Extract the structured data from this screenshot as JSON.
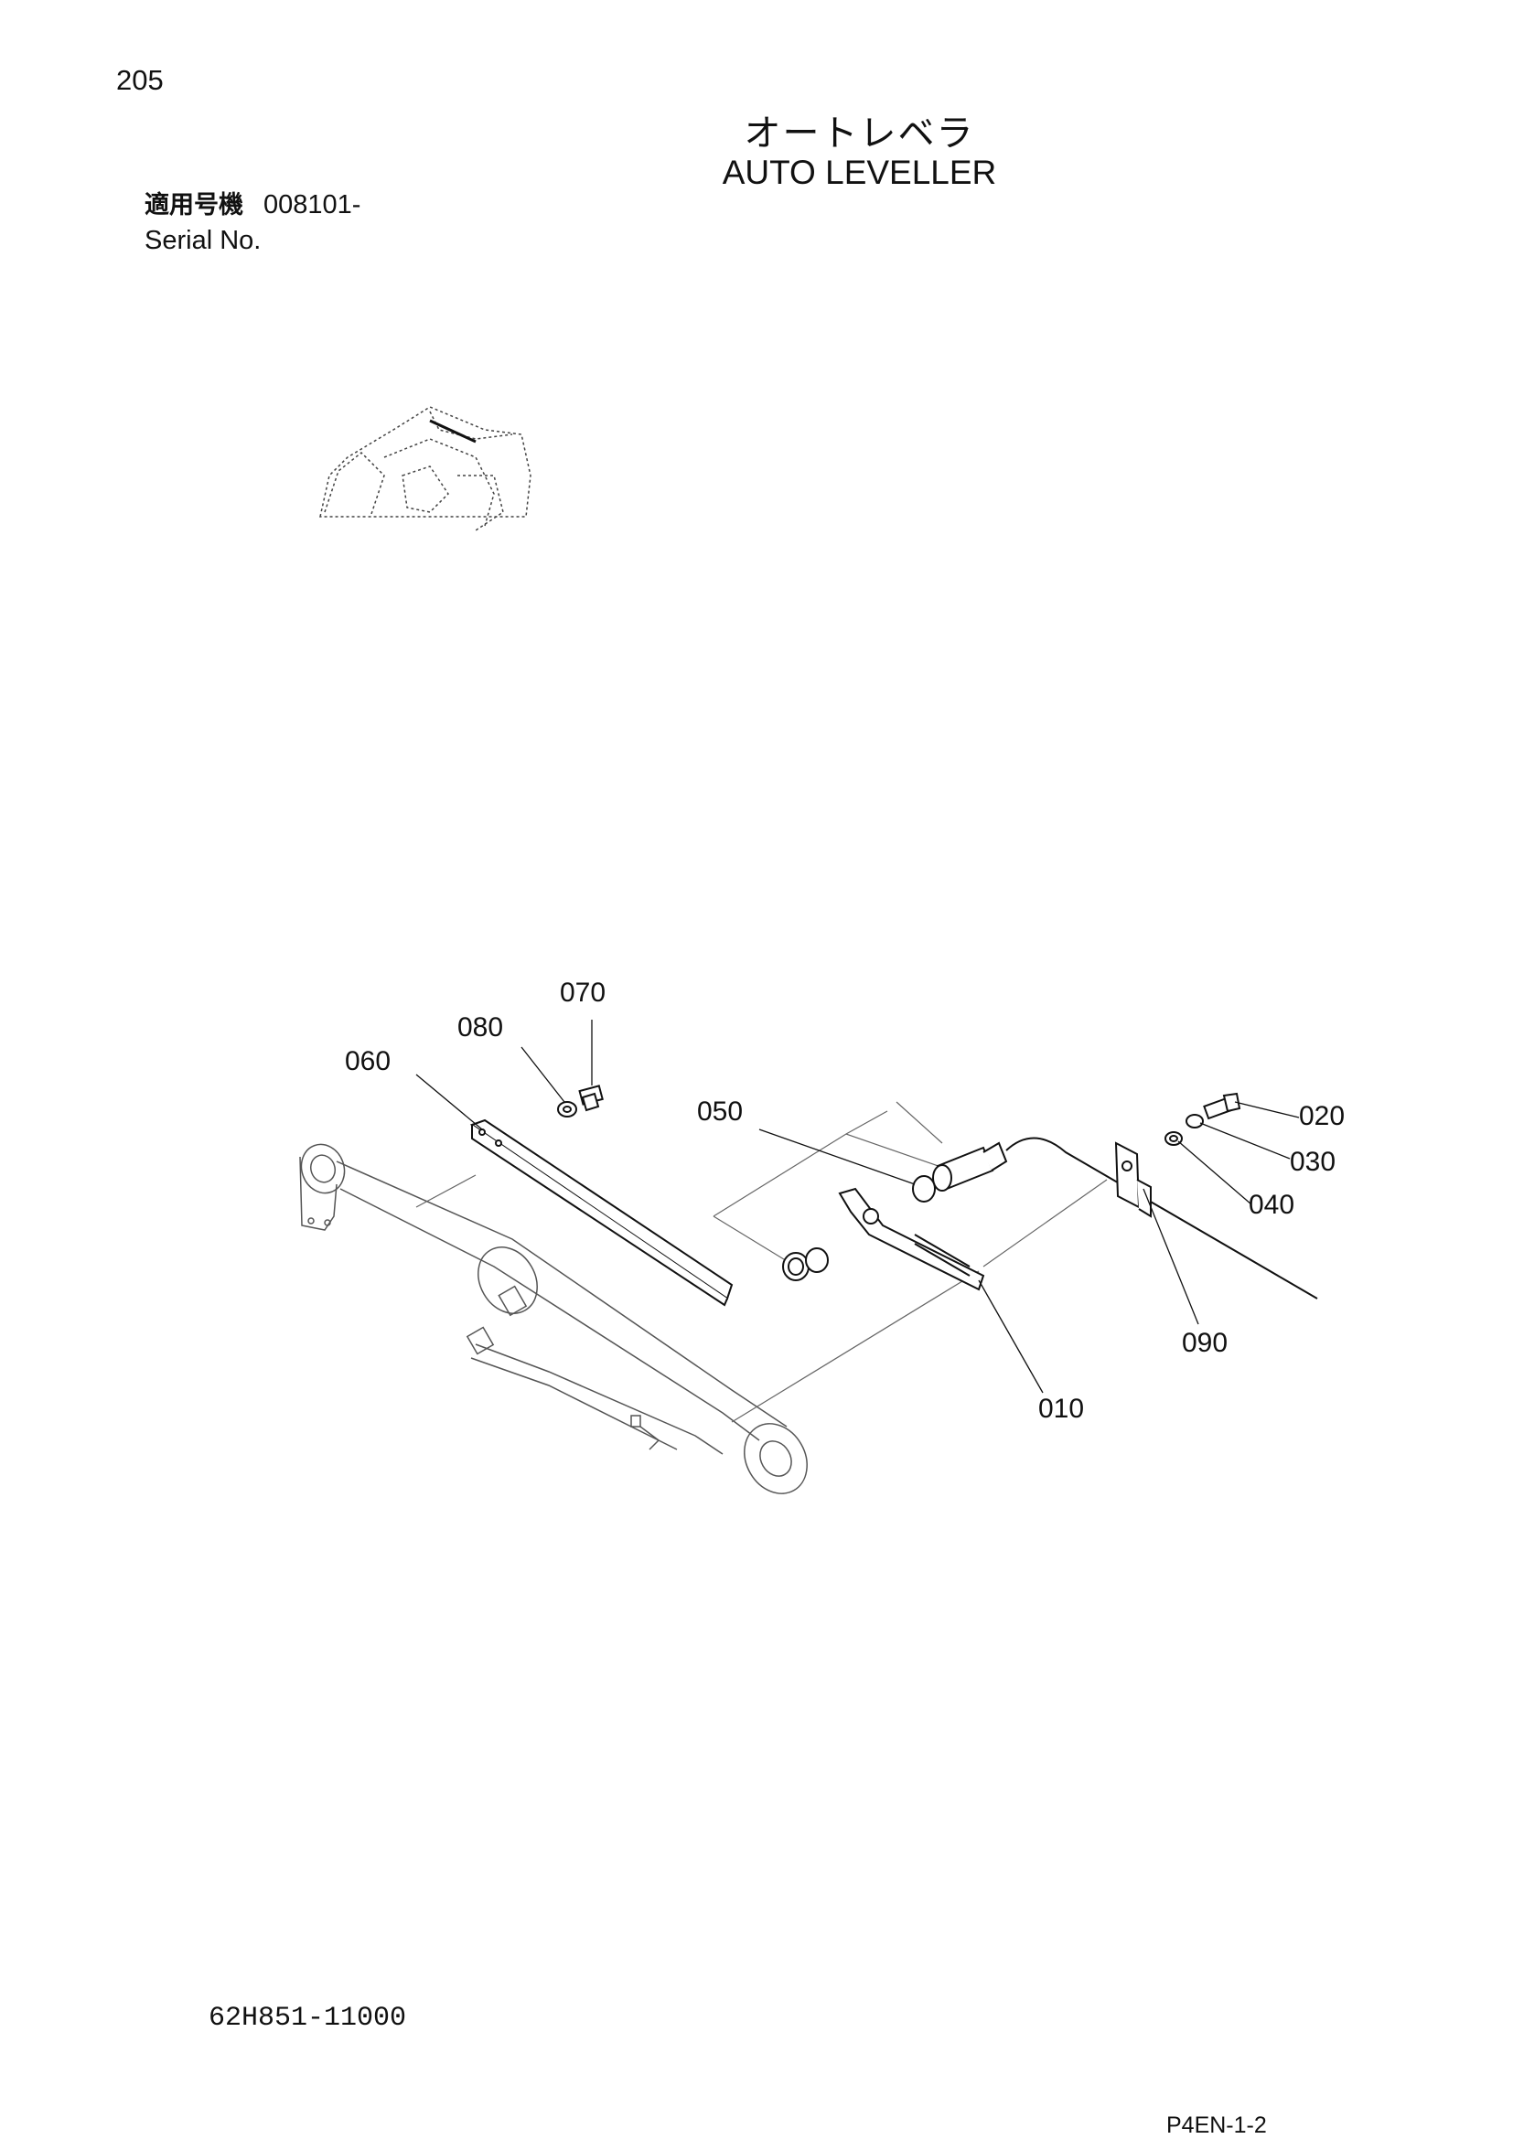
{
  "page": {
    "number": "205",
    "title_jp": "オートレベラ",
    "title_en": "AUTO LEVELLER",
    "serial_label_jp": "適用号機",
    "serial_value": "008101-",
    "serial_label_en": "Serial No.",
    "part_number": "62H851-11000",
    "page_code": "P4EN-1-2"
  },
  "diagram": {
    "callouts": [
      "010",
      "020",
      "030",
      "040",
      "050",
      "060",
      "070",
      "080",
      "090"
    ]
  }
}
